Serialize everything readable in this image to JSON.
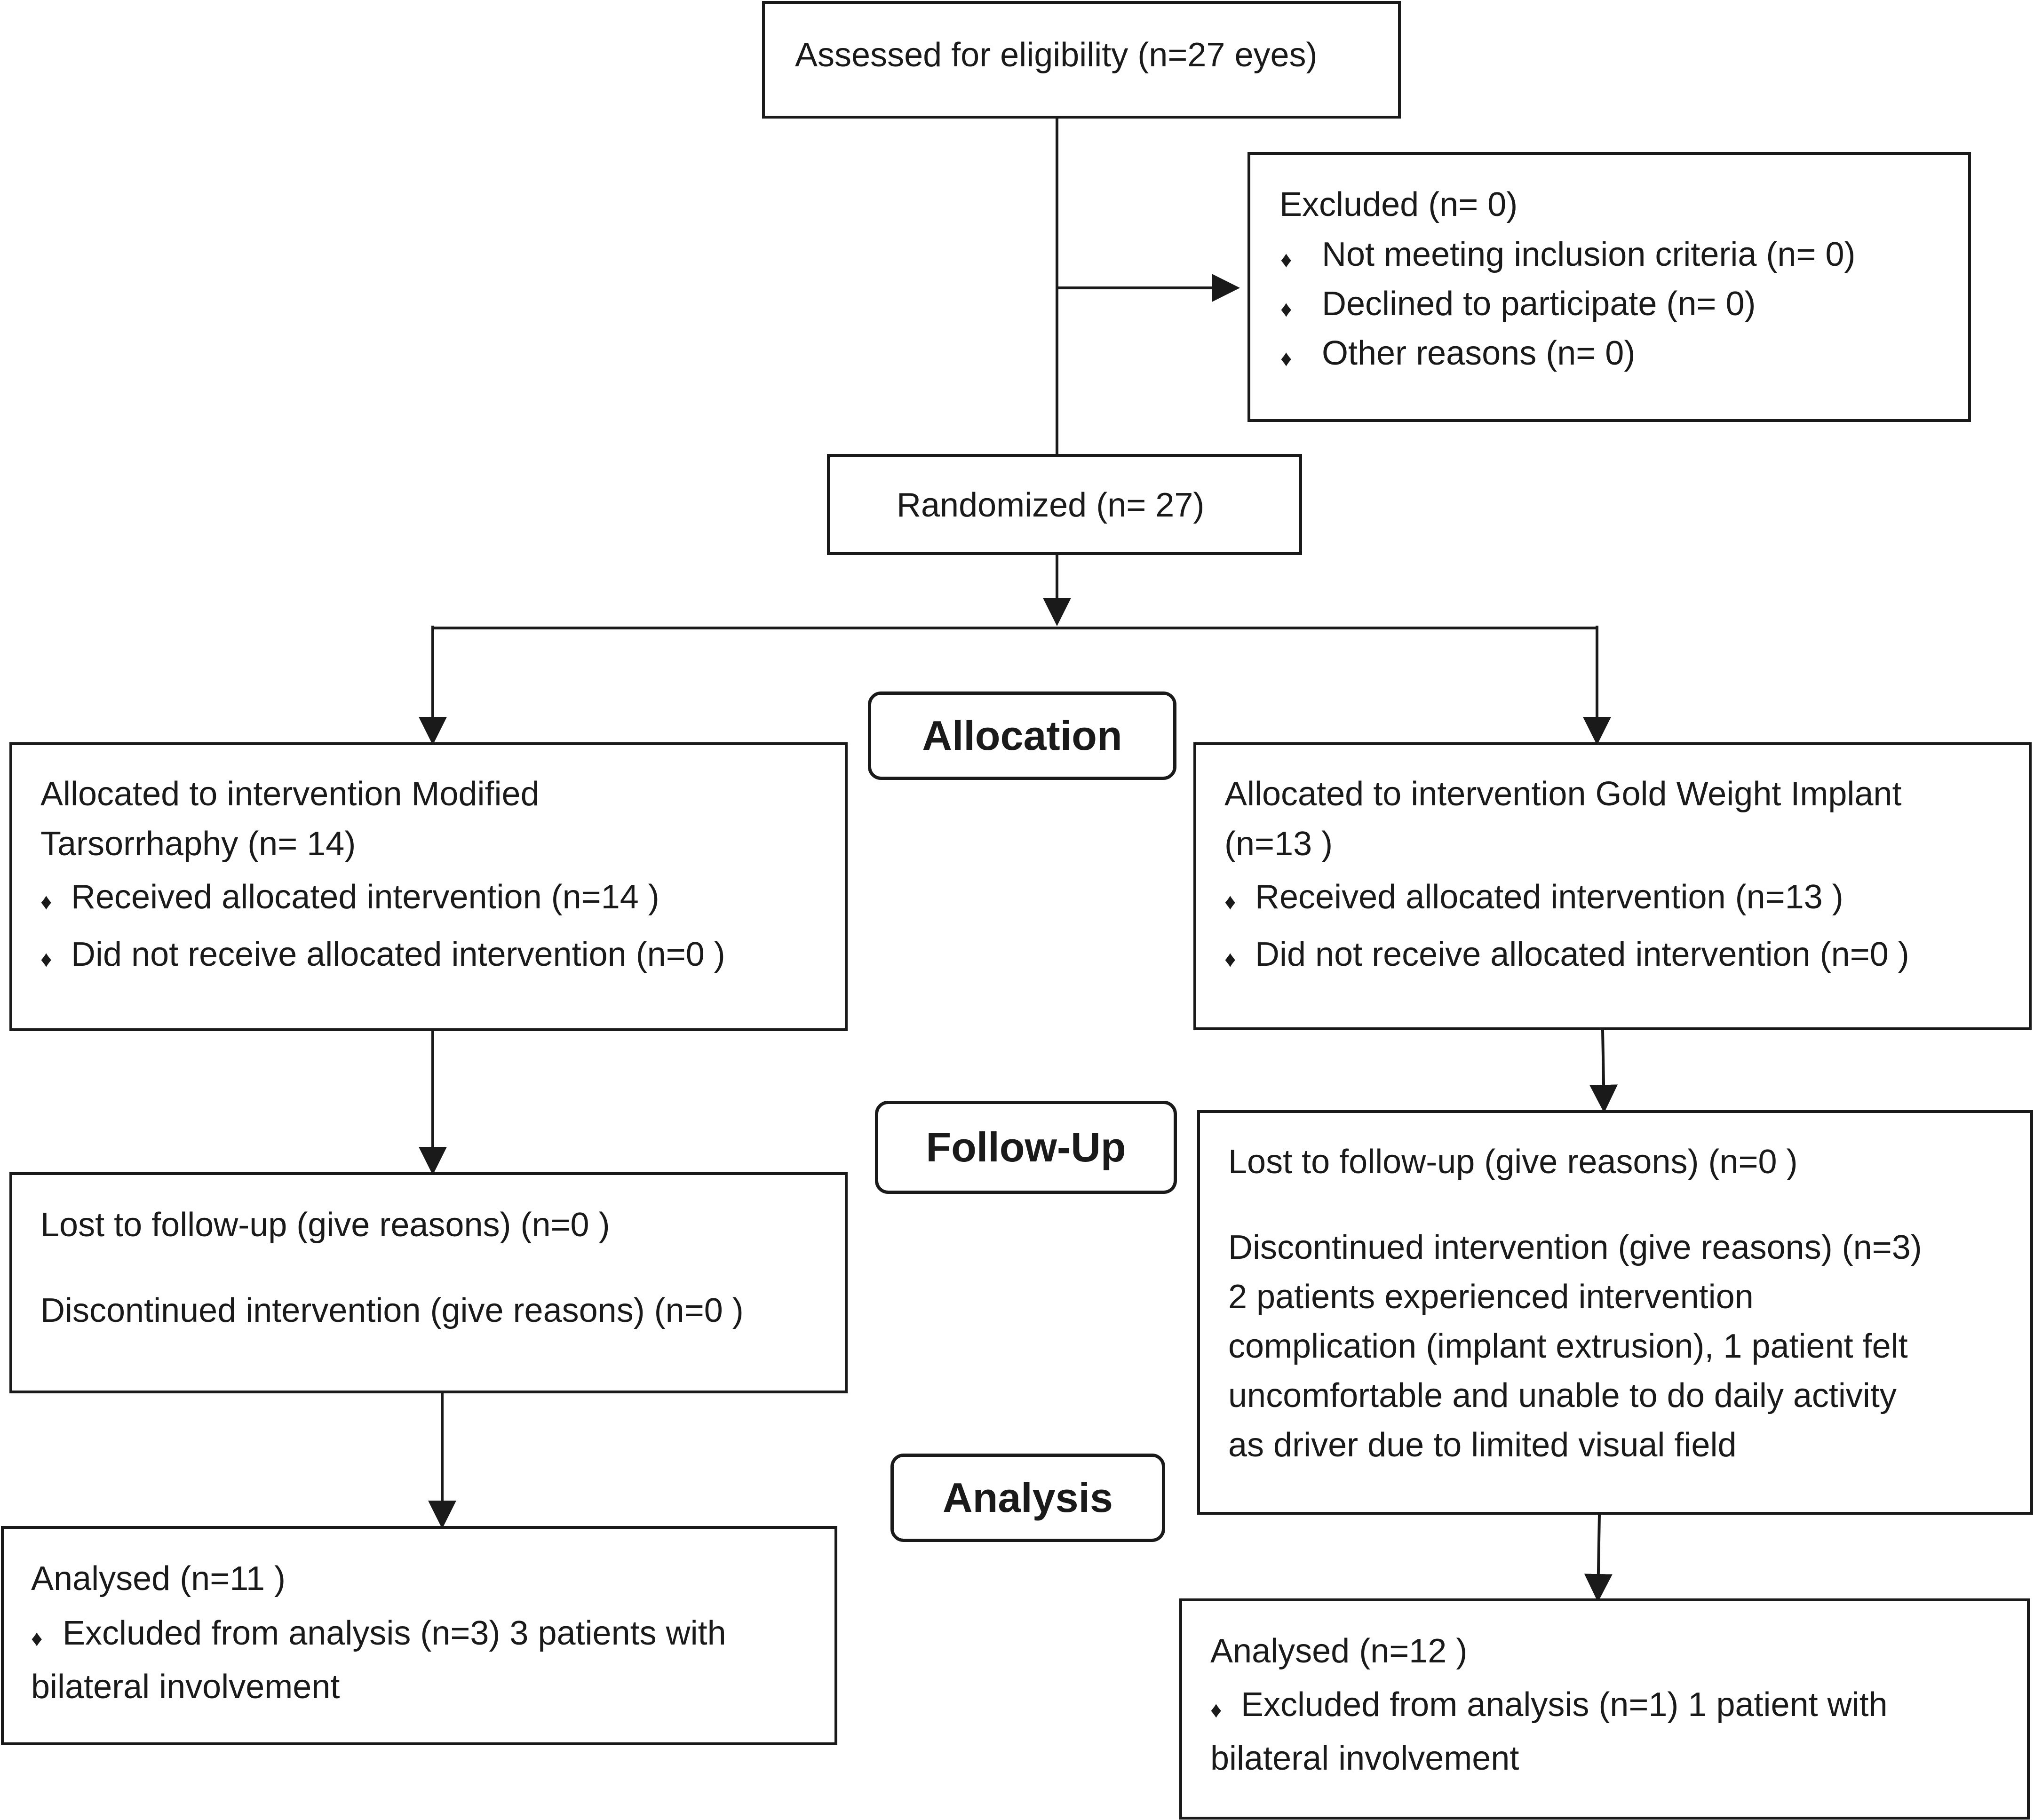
{
  "colors": {
    "stroke": "#1a1a1a",
    "background": "#ffffff"
  },
  "enrollment": {
    "assessed": "Assessed for eligibility (n=27 eyes)",
    "excluded": {
      "title": "Excluded  (n= 0)",
      "bullet_icon": "diamond-bullet",
      "reasons": [
        "Not meeting inclusion criteria (n= 0)",
        "Declined to participate (n= 0)",
        "Other reasons (n= 0)"
      ]
    },
    "randomized": "Randomized (n= 27)"
  },
  "stages": {
    "allocation": "Allocation",
    "follow_up": "Follow-Up",
    "analysis": "Analysis"
  },
  "arms": {
    "left": {
      "allocation": {
        "title_line1": "Allocated to intervention Modified",
        "title_line2": "Tarsorrhaphy (n= 14)",
        "received": "Received allocated intervention (n=14  )",
        "not_received": "Did not receive allocated intervention (n=0  )"
      },
      "follow_up": {
        "lost": "Lost to follow-up (give reasons) (n=0  )",
        "discontinued": "Discontinued intervention (give reasons) (n=0 )"
      },
      "analysis": {
        "analysed": "Analysed (n=11 )",
        "excluded_line1": "Excluded from analysis (n=3) 3 patients with",
        "excluded_line2": "bilateral involvement"
      }
    },
    "right": {
      "allocation": {
        "title_line1": "Allocated to intervention Gold Weight Implant",
        "title_line2": "(n=13 )",
        "received": "Received allocated intervention (n=13  )",
        "not_received": "Did not receive allocated intervention (n=0  )"
      },
      "follow_up": {
        "lost": "Lost to follow-up (give reasons) (n=0  )",
        "discontinued_lines": [
          "Discontinued intervention (give reasons) (n=3)",
          "2 patients experienced intervention",
          "complication (implant extrusion), 1 patient felt",
          "uncomfortable and unable to do daily activity",
          "as driver due to limited visual field"
        ]
      },
      "analysis": {
        "analysed": "Analysed (n=12  )",
        "excluded_line1": "Excluded from analysis (n=1) 1 patient with",
        "excluded_line2": "bilateral involvement"
      }
    }
  }
}
